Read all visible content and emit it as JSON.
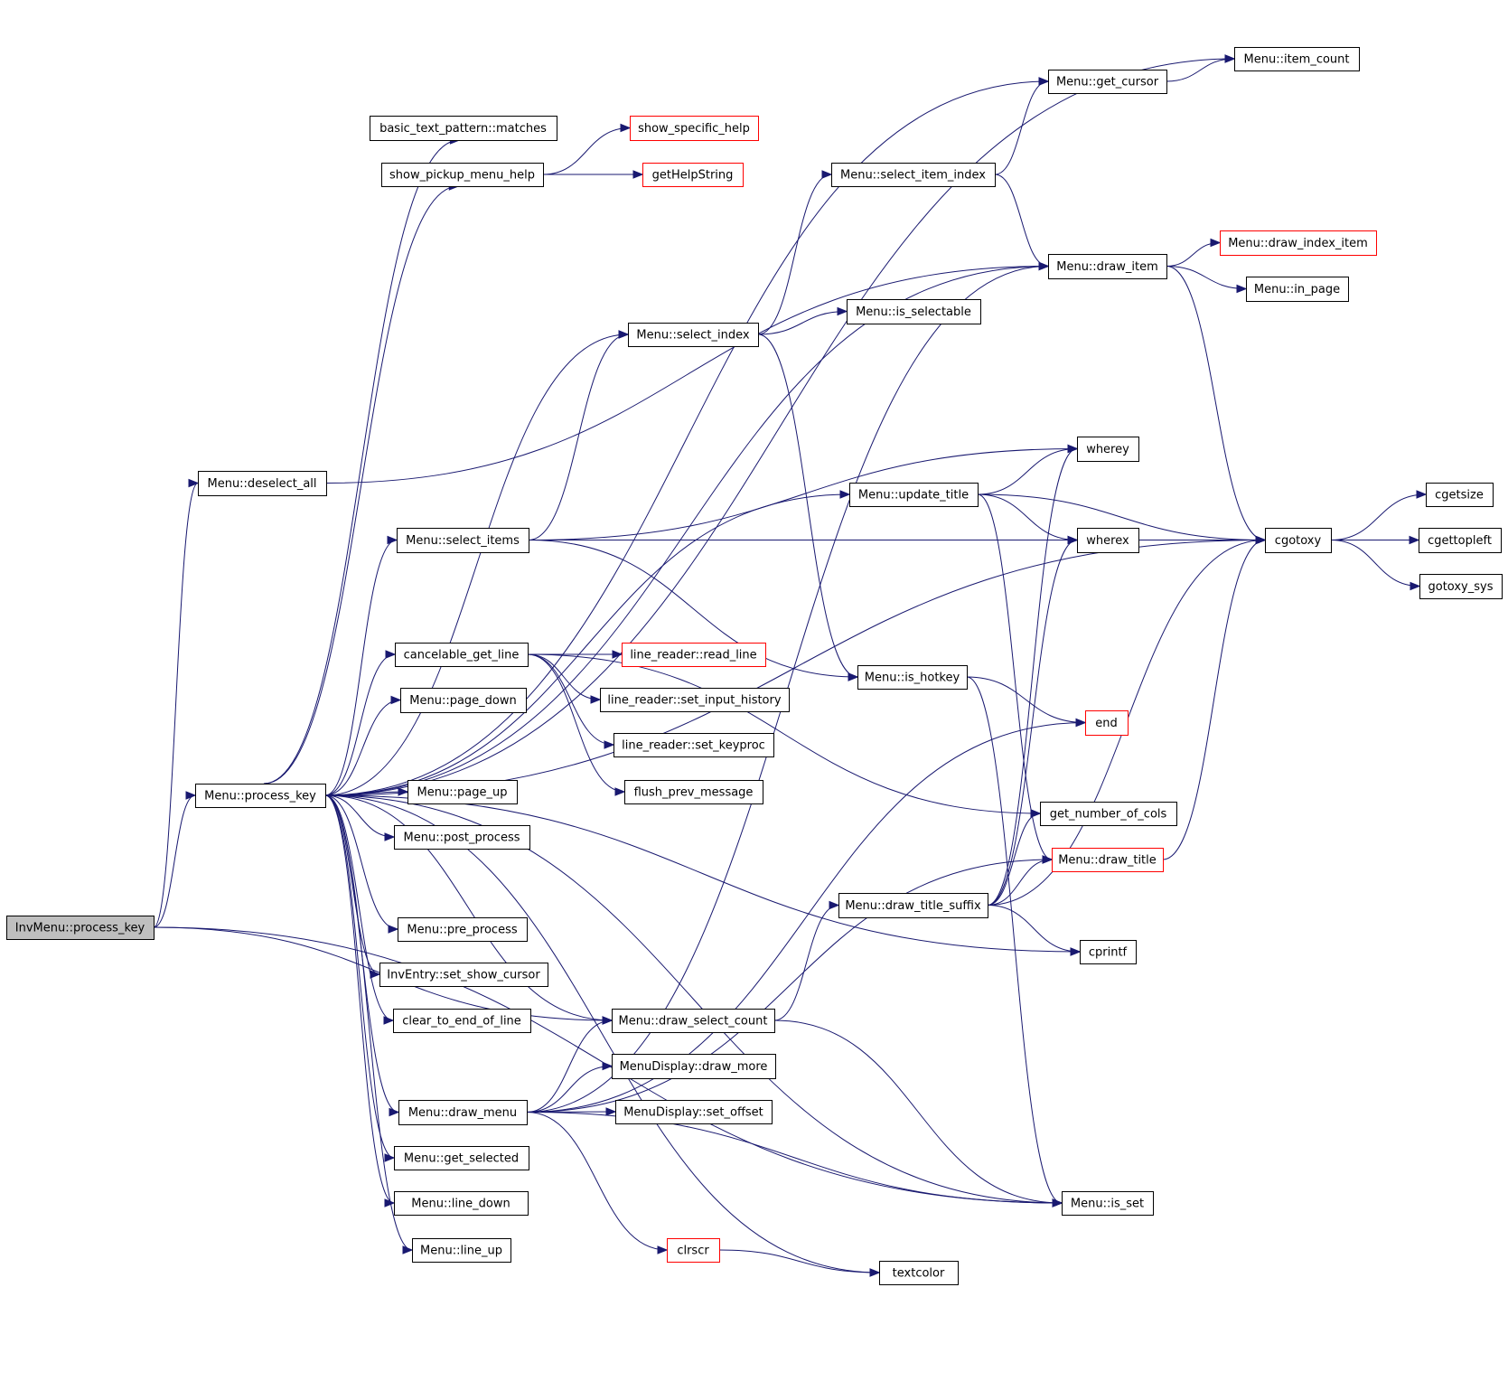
{
  "diagram": {
    "title": "",
    "colors": {
      "edge": "#191970",
      "node_border": "#000000",
      "node_border_external": "#ff0000",
      "root_fill": "#bfbfbf",
      "background": "#ffffff"
    },
    "nodes": [
      {
        "id": "invmenu_process_key",
        "label": "InvMenu::process_key",
        "style": "root"
      },
      {
        "id": "menu_deselect_all",
        "label": "Menu::deselect_all",
        "style": "normal"
      },
      {
        "id": "menu_process_key",
        "label": "Menu::process_key",
        "style": "normal"
      },
      {
        "id": "basic_text_pattern_matches",
        "label": "basic_text_pattern::matches",
        "style": "normal"
      },
      {
        "id": "show_pickup_menu_help",
        "label": "show_pickup_menu_help",
        "style": "normal"
      },
      {
        "id": "show_specific_help",
        "label": "show_specific_help",
        "style": "red"
      },
      {
        "id": "gethelpstring",
        "label": "getHelpString",
        "style": "red"
      },
      {
        "id": "menu_select_item_index",
        "label": "Menu::select_item_index",
        "style": "normal"
      },
      {
        "id": "menu_get_cursor",
        "label": "Menu::get_cursor",
        "style": "normal"
      },
      {
        "id": "menu_item_count",
        "label": "Menu::item_count",
        "style": "normal"
      },
      {
        "id": "menu_draw_item",
        "label": "Menu::draw_item",
        "style": "normal"
      },
      {
        "id": "menu_draw_index_item",
        "label": "Menu::draw_index_item",
        "style": "red"
      },
      {
        "id": "menu_in_page",
        "label": "Menu::in_page",
        "style": "normal"
      },
      {
        "id": "menu_select_index",
        "label": "Menu::select_index",
        "style": "normal"
      },
      {
        "id": "menu_is_selectable",
        "label": "Menu::is_selectable",
        "style": "normal"
      },
      {
        "id": "wherey",
        "label": "wherey",
        "style": "normal"
      },
      {
        "id": "menu_update_title",
        "label": "Menu::update_title",
        "style": "normal"
      },
      {
        "id": "cgetsize",
        "label": "cgetsize",
        "style": "normal"
      },
      {
        "id": "menu_select_items",
        "label": "Menu::select_items",
        "style": "normal"
      },
      {
        "id": "wherex",
        "label": "wherex",
        "style": "normal"
      },
      {
        "id": "cgotoxy",
        "label": "cgotoxy",
        "style": "normal"
      },
      {
        "id": "cgettopleft",
        "label": "cgettopleft",
        "style": "normal"
      },
      {
        "id": "gotoxy_sys",
        "label": "gotoxy_sys",
        "style": "normal"
      },
      {
        "id": "cancelable_get_line",
        "label": "cancelable_get_line",
        "style": "normal"
      },
      {
        "id": "line_reader_read_line",
        "label": "line_reader::read_line",
        "style": "red"
      },
      {
        "id": "menu_is_hotkey",
        "label": "Menu::is_hotkey",
        "style": "normal"
      },
      {
        "id": "menu_page_down",
        "label": "Menu::page_down",
        "style": "normal"
      },
      {
        "id": "line_reader_set_input_history",
        "label": "line_reader::set_input_history",
        "style": "normal"
      },
      {
        "id": "end",
        "label": "end",
        "style": "red"
      },
      {
        "id": "line_reader_set_keyproc",
        "label": "line_reader::set_keyproc",
        "style": "normal"
      },
      {
        "id": "menu_page_up",
        "label": "Menu::page_up",
        "style": "normal"
      },
      {
        "id": "flush_prev_message",
        "label": "flush_prev_message",
        "style": "normal"
      },
      {
        "id": "get_number_of_cols",
        "label": "get_number_of_cols",
        "style": "normal"
      },
      {
        "id": "menu_post_process",
        "label": "Menu::post_process",
        "style": "normal"
      },
      {
        "id": "menu_draw_title",
        "label": "Menu::draw_title",
        "style": "red"
      },
      {
        "id": "menu_draw_title_suffix",
        "label": "Menu::draw_title_suffix",
        "style": "normal"
      },
      {
        "id": "menu_pre_process",
        "label": "Menu::pre_process",
        "style": "normal"
      },
      {
        "id": "cprintf",
        "label": "cprintf",
        "style": "normal"
      },
      {
        "id": "inventry_set_show_cursor",
        "label": "InvEntry::set_show_cursor",
        "style": "normal"
      },
      {
        "id": "clear_to_end_of_line",
        "label": "clear_to_end_of_line",
        "style": "normal"
      },
      {
        "id": "menu_draw_select_count",
        "label": "Menu::draw_select_count",
        "style": "normal"
      },
      {
        "id": "menudisplay_draw_more",
        "label": "MenuDisplay::draw_more",
        "style": "normal"
      },
      {
        "id": "menu_draw_menu",
        "label": "Menu::draw_menu",
        "style": "normal"
      },
      {
        "id": "menudisplay_set_offset",
        "label": "MenuDisplay::set_offset",
        "style": "normal"
      },
      {
        "id": "menu_get_selected",
        "label": "Menu::get_selected",
        "style": "normal"
      },
      {
        "id": "menu_is_set",
        "label": "Menu::is_set",
        "style": "normal"
      },
      {
        "id": "menu_line_down",
        "label": "Menu::line_down",
        "style": "normal"
      },
      {
        "id": "clrscr",
        "label": "clrscr",
        "style": "red"
      },
      {
        "id": "menu_line_up",
        "label": "Menu::line_up",
        "style": "normal"
      },
      {
        "id": "textcolor",
        "label": "textcolor",
        "style": "normal"
      }
    ],
    "edges": [
      [
        "invmenu_process_key",
        "menu_deselect_all"
      ],
      [
        "invmenu_process_key",
        "menu_process_key"
      ],
      [
        "invmenu_process_key",
        "menu_draw_select_count"
      ],
      [
        "invmenu_process_key",
        "menu_is_set"
      ],
      [
        "menu_deselect_all",
        "menu_draw_item"
      ],
      [
        "menu_process_key",
        "menu_item_count"
      ],
      [
        "menu_process_key",
        "menu_get_cursor"
      ],
      [
        "menu_process_key",
        "basic_text_pattern_matches"
      ],
      [
        "menu_process_key",
        "show_pickup_menu_help"
      ],
      [
        "menu_process_key",
        "menu_draw_item"
      ],
      [
        "menu_process_key",
        "menu_select_index"
      ],
      [
        "menu_process_key",
        "cgotoxy"
      ],
      [
        "menu_process_key",
        "menu_update_title"
      ],
      [
        "menu_process_key",
        "menu_select_items"
      ],
      [
        "menu_process_key",
        "cancelable_get_line"
      ],
      [
        "menu_process_key",
        "menu_page_down"
      ],
      [
        "menu_process_key",
        "cprintf"
      ],
      [
        "menu_process_key",
        "menu_page_up"
      ],
      [
        "menu_process_key",
        "menu_post_process"
      ],
      [
        "menu_process_key",
        "menu_draw_select_count"
      ],
      [
        "menu_process_key",
        "menu_pre_process"
      ],
      [
        "menu_process_key",
        "inventry_set_show_cursor"
      ],
      [
        "menu_process_key",
        "clear_to_end_of_line"
      ],
      [
        "menu_process_key",
        "menu_draw_menu"
      ],
      [
        "menu_process_key",
        "menu_get_selected"
      ],
      [
        "menu_process_key",
        "menu_line_down"
      ],
      [
        "menu_process_key",
        "menu_line_up"
      ],
      [
        "menu_process_key",
        "textcolor"
      ],
      [
        "menu_process_key",
        "menu_is_set"
      ],
      [
        "show_pickup_menu_help",
        "show_specific_help"
      ],
      [
        "show_pickup_menu_help",
        "gethelpstring"
      ],
      [
        "menu_select_item_index",
        "menu_get_cursor"
      ],
      [
        "menu_select_item_index",
        "menu_draw_item"
      ],
      [
        "menu_get_cursor",
        "menu_item_count"
      ],
      [
        "menu_draw_item",
        "menu_draw_index_item"
      ],
      [
        "menu_draw_item",
        "menu_in_page"
      ],
      [
        "menu_draw_item",
        "cgotoxy"
      ],
      [
        "menu_select_index",
        "menu_select_item_index"
      ],
      [
        "menu_select_index",
        "menu_is_selectable"
      ],
      [
        "menu_select_index",
        "menu_is_hotkey"
      ],
      [
        "menu_update_title",
        "wherey"
      ],
      [
        "menu_update_title",
        "wherex"
      ],
      [
        "menu_update_title",
        "cgotoxy"
      ],
      [
        "menu_update_title",
        "menu_draw_title"
      ],
      [
        "menu_select_items",
        "menu_select_index"
      ],
      [
        "menu_select_items",
        "wherey"
      ],
      [
        "menu_select_items",
        "wherex"
      ],
      [
        "menu_select_items",
        "cgotoxy"
      ],
      [
        "menu_select_items",
        "menu_is_hotkey"
      ],
      [
        "cgotoxy",
        "cgetsize"
      ],
      [
        "cgotoxy",
        "cgettopleft"
      ],
      [
        "cgotoxy",
        "gotoxy_sys"
      ],
      [
        "cancelable_get_line",
        "line_reader_read_line"
      ],
      [
        "cancelable_get_line",
        "line_reader_set_input_history"
      ],
      [
        "cancelable_get_line",
        "line_reader_set_keyproc"
      ],
      [
        "cancelable_get_line",
        "flush_prev_message"
      ],
      [
        "cancelable_get_line",
        "get_number_of_cols"
      ],
      [
        "menu_is_hotkey",
        "end"
      ],
      [
        "menu_is_hotkey",
        "menu_is_set"
      ],
      [
        "menu_draw_title_suffix",
        "wherey"
      ],
      [
        "menu_draw_title_suffix",
        "wherex"
      ],
      [
        "menu_draw_title_suffix",
        "get_number_of_cols"
      ],
      [
        "menu_draw_title_suffix",
        "menu_draw_title"
      ],
      [
        "menu_draw_title_suffix",
        "cgotoxy"
      ],
      [
        "menu_draw_title_suffix",
        "cprintf"
      ],
      [
        "menu_draw_title",
        "cgotoxy"
      ],
      [
        "menu_draw_select_count",
        "menu_draw_title_suffix"
      ],
      [
        "menu_draw_select_count",
        "menu_is_set"
      ],
      [
        "menu_draw_menu",
        "menu_draw_item"
      ],
      [
        "menu_draw_menu",
        "end"
      ],
      [
        "menu_draw_menu",
        "menu_draw_select_count"
      ],
      [
        "menu_draw_menu",
        "menudisplay_draw_more"
      ],
      [
        "menu_draw_menu",
        "menudisplay_set_offset"
      ],
      [
        "menu_draw_menu",
        "menu_draw_title"
      ],
      [
        "menu_draw_menu",
        "menu_is_set"
      ],
      [
        "menu_draw_menu",
        "clrscr"
      ],
      [
        "clrscr",
        "textcolor"
      ]
    ]
  }
}
